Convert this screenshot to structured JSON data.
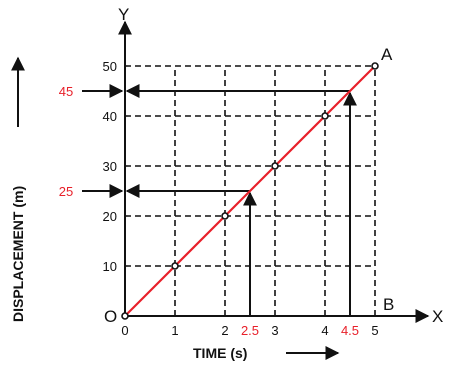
{
  "chart_data": {
    "type": "line",
    "xlabel": "TIME (s)",
    "ylabel": "DISPLACEMENT (m)",
    "x_axis_letter": "X",
    "y_axis_letter": "Y",
    "origin_label": "O",
    "xlim": [
      0,
      5
    ],
    "ylim": [
      0,
      50
    ],
    "x_ticks": [
      "0",
      "1",
      "2",
      "3",
      "4",
      "5"
    ],
    "y_ticks": [
      "10",
      "20",
      "30",
      "40",
      "50"
    ],
    "series": [
      {
        "x": [
          0,
          1,
          2,
          3,
          4,
          5
        ],
        "y": [
          0,
          10,
          20,
          30,
          40,
          50
        ],
        "color": "#e8202a"
      }
    ],
    "point_labels": {
      "end": "A",
      "x_axis_end": "B"
    },
    "annotations": [
      {
        "x": 2.5,
        "y": 25,
        "x_label": "2.5",
        "y_label": "25",
        "color": "#e8202a"
      },
      {
        "x": 4.5,
        "y": 45,
        "x_label": "4.5",
        "y_label": "45",
        "color": "#e8202a"
      }
    ],
    "grid": "dashed"
  }
}
